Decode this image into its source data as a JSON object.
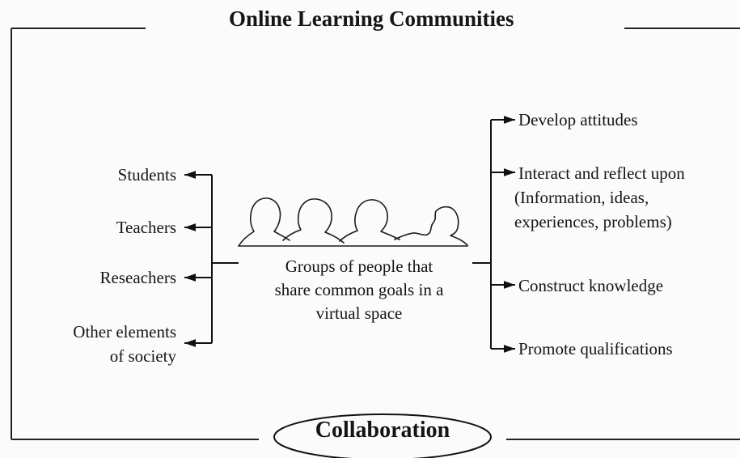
{
  "title": "Online Learning Communities",
  "center": {
    "lines": [
      "Groups of people that",
      "share common goals in a",
      "virtual space"
    ]
  },
  "left_items": [
    {
      "lines": [
        "Students"
      ]
    },
    {
      "lines": [
        "Teachers"
      ]
    },
    {
      "lines": [
        "Reseachers"
      ]
    },
    {
      "lines": [
        "Other elements",
        "of society"
      ]
    }
  ],
  "right_items": [
    {
      "lines": [
        "Develop attitudes"
      ]
    },
    {
      "lines": [
        "Interact and reflect upon",
        "(Information, ideas,",
        "experiences, problems)"
      ]
    },
    {
      "lines": [
        "Construct knowledge"
      ]
    },
    {
      "lines": [
        "Promote qualifications"
      ]
    }
  ],
  "footer": {
    "label": "Collaboration"
  }
}
